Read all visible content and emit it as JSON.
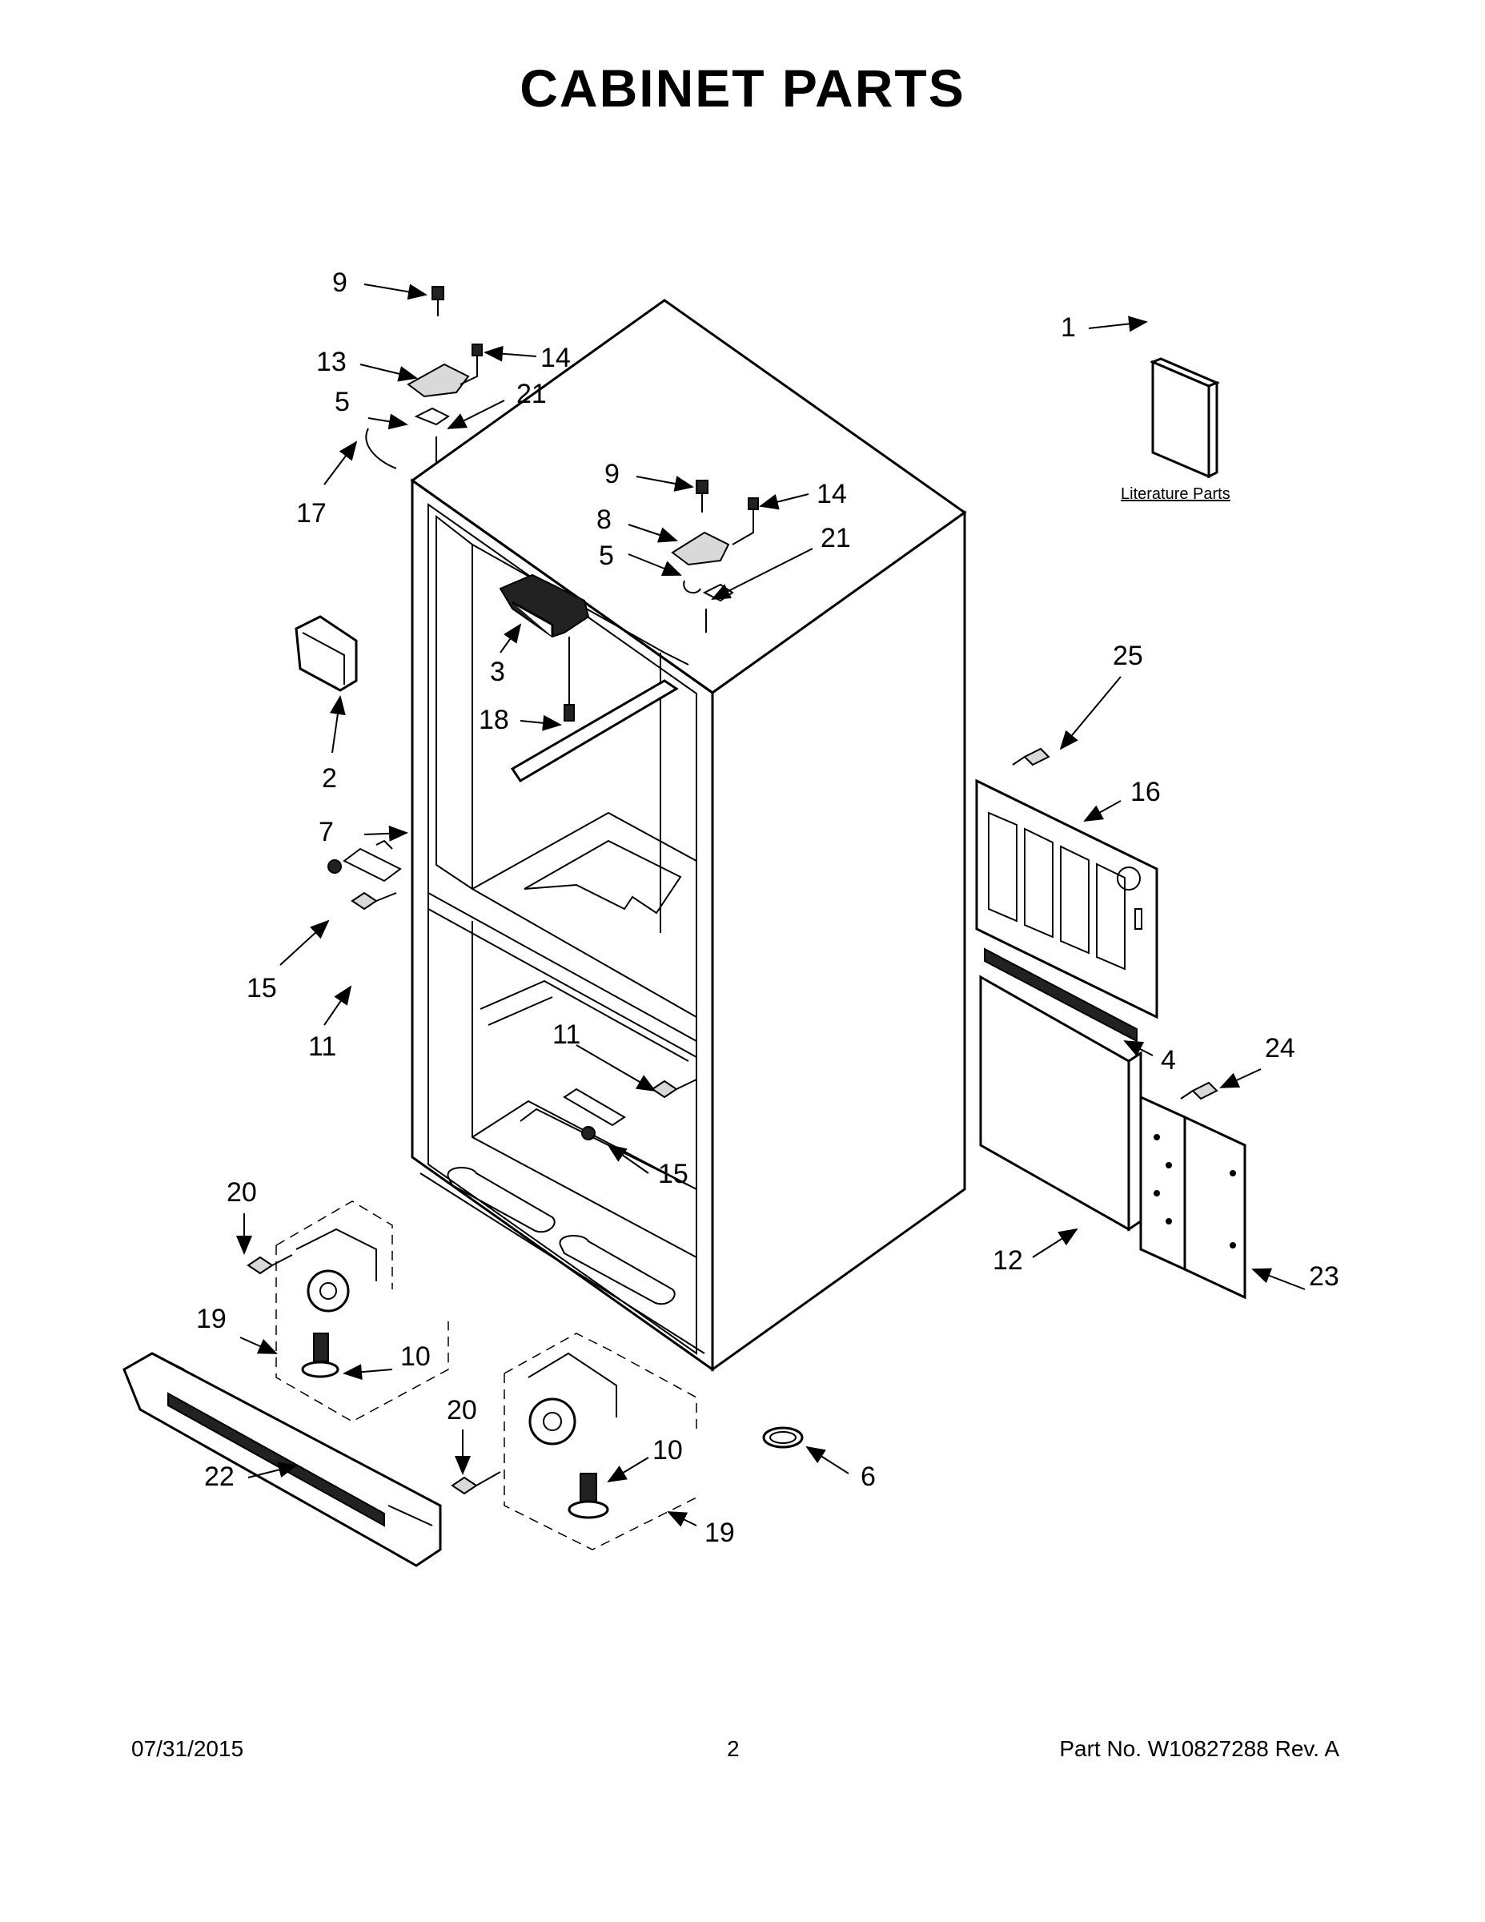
{
  "page": {
    "title": "CABINET PARTS",
    "footer_date": "07/31/2015",
    "footer_page": "2",
    "footer_part": "Part No.  W10827288  Rev.  A"
  },
  "diagram": {
    "literature_label": "Literature Parts",
    "callouts": [
      {
        "id": "c9a",
        "label": "9"
      },
      {
        "id": "c13",
        "label": "13"
      },
      {
        "id": "c14a",
        "label": "14"
      },
      {
        "id": "c5a",
        "label": "5"
      },
      {
        "id": "c21a",
        "label": "21"
      },
      {
        "id": "c17",
        "label": "17"
      },
      {
        "id": "c9b",
        "label": "9"
      },
      {
        "id": "c14b",
        "label": "14"
      },
      {
        "id": "c8",
        "label": "8"
      },
      {
        "id": "c5b",
        "label": "5"
      },
      {
        "id": "c21b",
        "label": "21"
      },
      {
        "id": "c1",
        "label": "1"
      },
      {
        "id": "c3",
        "label": "3"
      },
      {
        "id": "c18",
        "label": "18"
      },
      {
        "id": "c2",
        "label": "2"
      },
      {
        "id": "c25",
        "label": "25"
      },
      {
        "id": "c16",
        "label": "16"
      },
      {
        "id": "c7",
        "label": "7"
      },
      {
        "id": "c15a",
        "label": "15"
      },
      {
        "id": "c11a",
        "label": "11"
      },
      {
        "id": "c11b",
        "label": "11"
      },
      {
        "id": "c15b",
        "label": "15"
      },
      {
        "id": "c4",
        "label": "4"
      },
      {
        "id": "c24",
        "label": "24"
      },
      {
        "id": "c20a",
        "label": "20"
      },
      {
        "id": "c12",
        "label": "12"
      },
      {
        "id": "c23",
        "label": "23"
      },
      {
        "id": "c19a",
        "label": "19"
      },
      {
        "id": "c10a",
        "label": "10"
      },
      {
        "id": "c20b",
        "label": "20"
      },
      {
        "id": "c10b",
        "label": "10"
      },
      {
        "id": "c6",
        "label": "6"
      },
      {
        "id": "c22",
        "label": "22"
      },
      {
        "id": "c19b",
        "label": "19"
      }
    ]
  }
}
